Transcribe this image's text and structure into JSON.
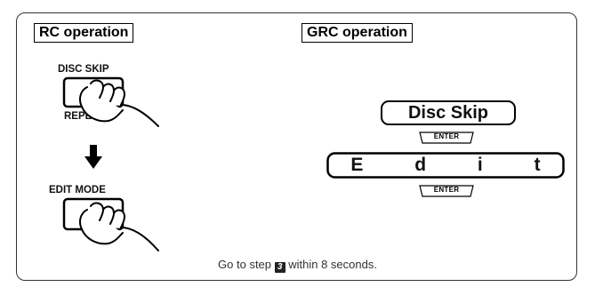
{
  "rc": {
    "label": "RC operation",
    "disc_skip_label": "DISC SKIP",
    "repeat_label": "REPEA",
    "edit_mode_label": "EDIT MODE"
  },
  "grc": {
    "label": "GRC operation",
    "disc_skip_display": "Disc Skip",
    "enter_top": "ENTER",
    "edit_display": "E d i t",
    "enter_bottom": "ENTER"
  },
  "caption": {
    "prefix": "Go to step ",
    "step": "3",
    "suffix": " within 8 seconds."
  },
  "icons": [
    "hand-press-icon",
    "down-arrow-icon"
  ]
}
